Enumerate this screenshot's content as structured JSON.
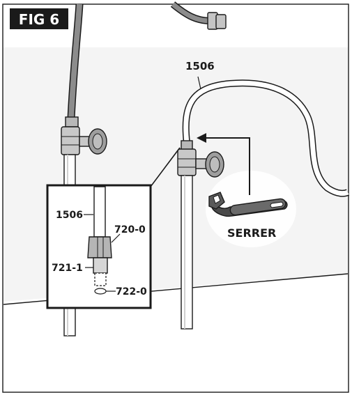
{
  "figure": {
    "tag": "FIG 6",
    "tag_color": "#1a1a1a",
    "tag_text_color": "#ffffff"
  },
  "labels": {
    "hose_main": "1506",
    "action": "SERRER",
    "inset_hose": "1506",
    "inset_nut": "720-0",
    "inset_ferrule": "721-1",
    "inset_washer": "722-0"
  },
  "icons": {
    "tool": "adjustable-wrench-icon",
    "direction": "arrow-right-icon"
  },
  "colors": {
    "line": "#1a1a1a",
    "wall_shade": "#f2f2f2",
    "left_hose": "#8c8c8c",
    "metal": "#b8b8b8"
  }
}
